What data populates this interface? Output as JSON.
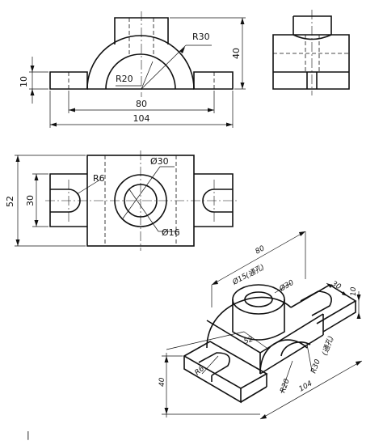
{
  "front_view": {
    "r30": "R30",
    "r20": "R20",
    "h10": "10",
    "h40": "40",
    "w80": "80",
    "w104": "104"
  },
  "top_view": {
    "r6": "R6",
    "d30": "Ø30",
    "d16": "Ø16",
    "h52": "52",
    "h30": "30"
  },
  "iso_view": {
    "d15": "Ø15",
    "through": "(通孔)",
    "d30": "Ø30",
    "w80": "80",
    "w30": "30",
    "h10": "10",
    "d52": "52",
    "r6": "R6",
    "h40": "40",
    "r20": "R20",
    "w104": "104",
    "r30": "R30",
    "through2": "(通孔)"
  },
  "footer": {
    "mark": "|"
  }
}
